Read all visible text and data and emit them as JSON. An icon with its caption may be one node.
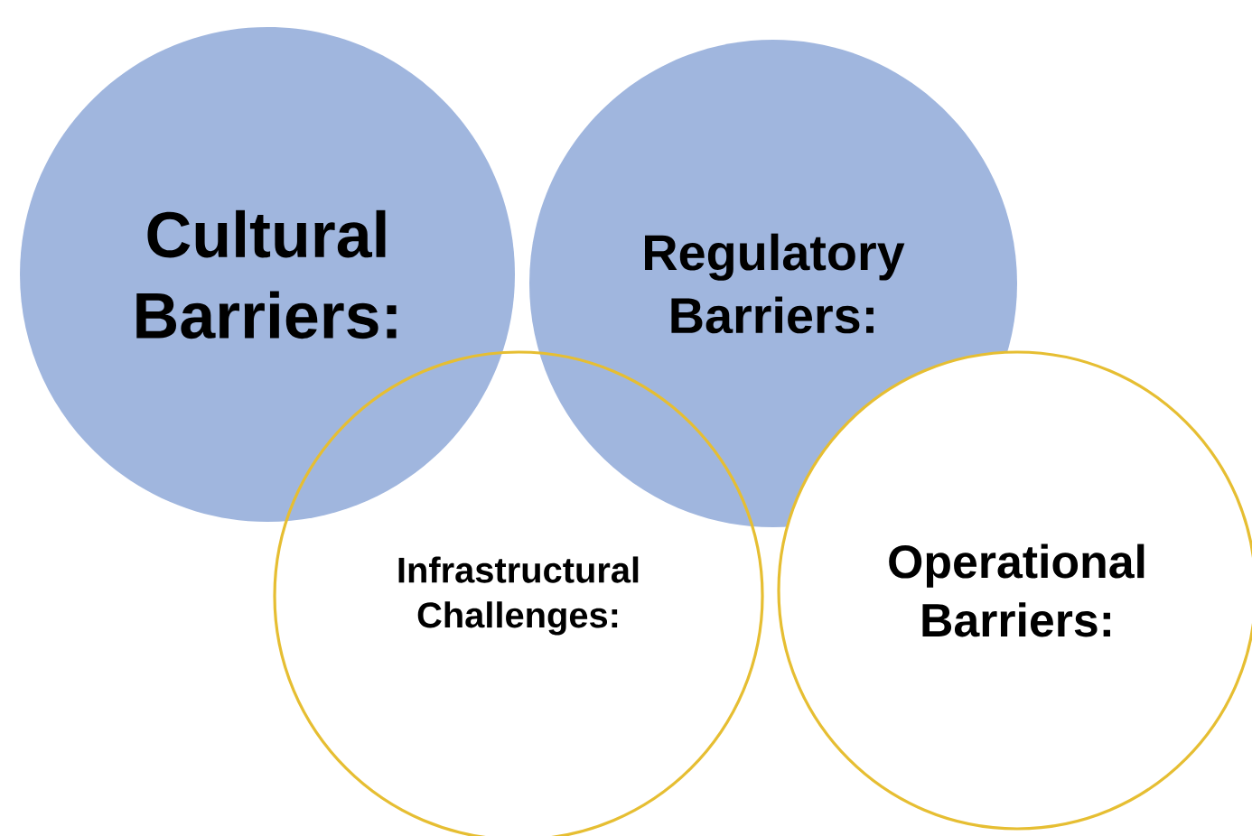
{
  "diagram": {
    "nodes": [
      {
        "text": [
          "Cultural Barriers:"
        ]
      },
      {
        "text": [
          "Regulatory Barriers:"
        ]
      },
      {
        "text": [
          "Infrastructural Challenges:"
        ]
      },
      {
        "text": [
          "Operational Barriers:"
        ]
      }
    ]
  }
}
